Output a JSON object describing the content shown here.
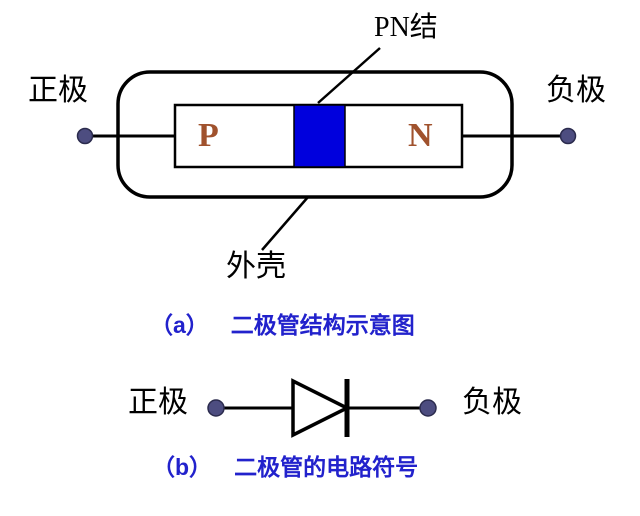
{
  "colors": {
    "junction_blue": "#0000dd",
    "terminal_fill": "#4d4d80",
    "terminal_stroke": "#2b2b4d",
    "pn_letter_red": "#a0522d",
    "caption_blue": "#2222cc",
    "line_black": "#000000"
  },
  "structure_diagram": {
    "pn_junction_label": "PN结",
    "anode_label": "正极",
    "cathode_label": "负极",
    "p_region": "P",
    "n_region": "N",
    "shell_label": "外壳",
    "caption_index": "（a）",
    "caption_title": "二极管结构示意图"
  },
  "symbol_diagram": {
    "anode_label": "正极",
    "cathode_label": "负极",
    "caption_index": "（b）",
    "caption_title": "二极管的电路符号"
  }
}
